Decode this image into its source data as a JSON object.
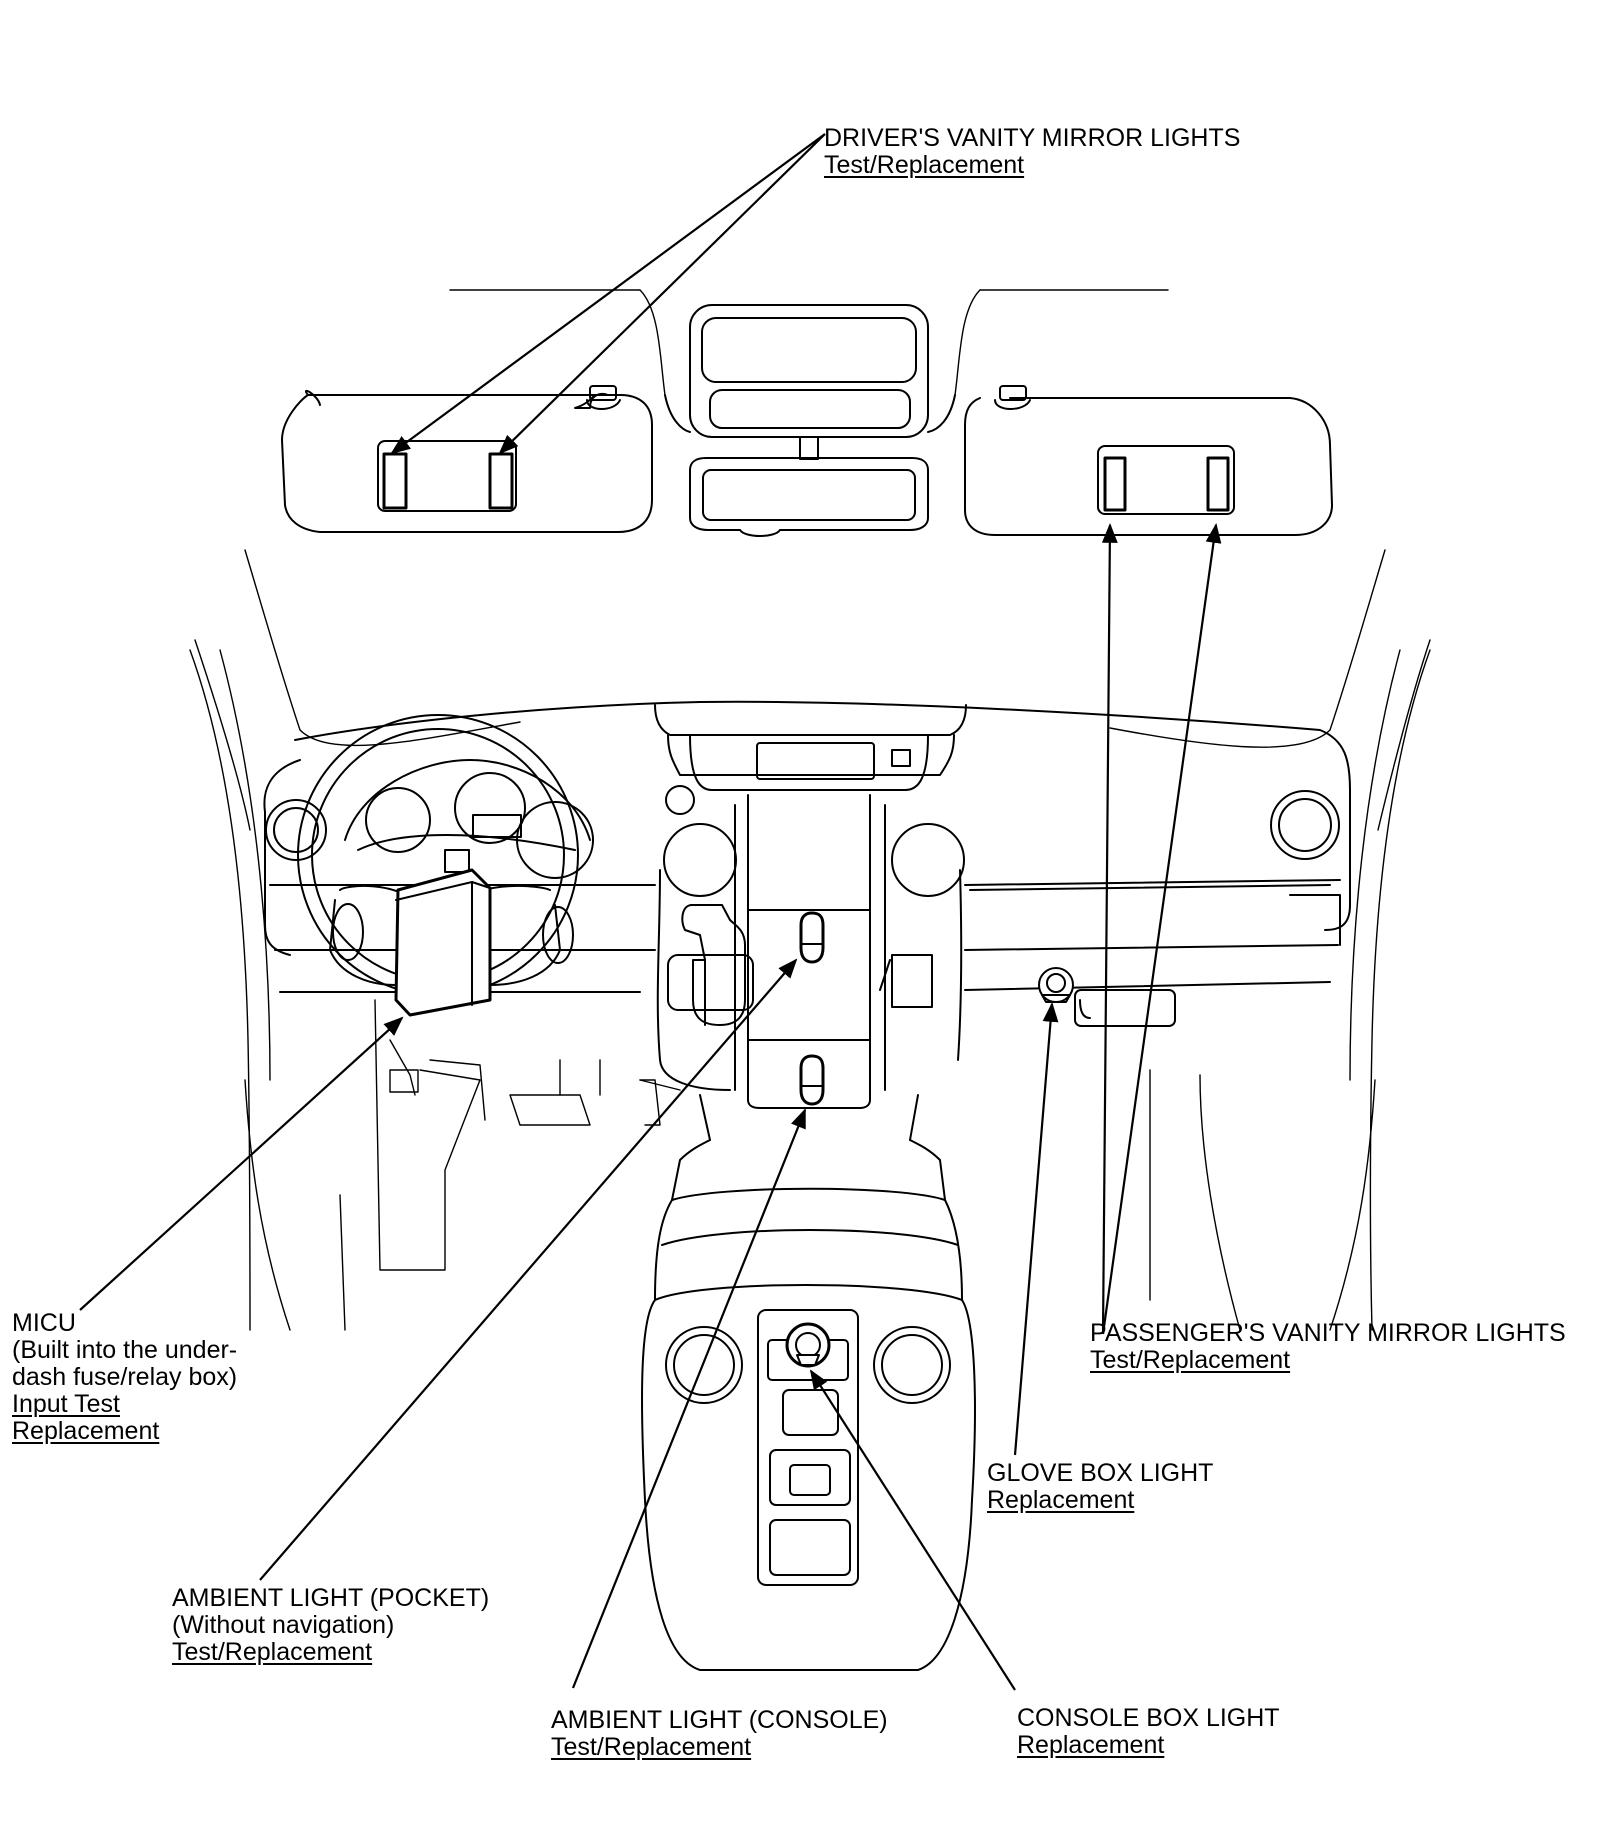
{
  "callouts": {
    "drivers_mirror": {
      "title": "DRIVER'S VANITY MIRROR LIGHTS",
      "link1": "Test/Replacement"
    },
    "passengers_mirror": {
      "title": "PASSENGER'S VANITY MIRROR LIGHTS",
      "link1": "Test/Replacement"
    },
    "micu": {
      "title": "MICU",
      "line2": "(Built into the under-",
      "line3": "dash fuse/relay box)",
      "link1": "Input Test",
      "link2": "Replacement"
    },
    "glove_box": {
      "title": "GLOVE BOX LIGHT",
      "link1": "Replacement"
    },
    "ambient_pocket": {
      "title": "AMBIENT LIGHT (POCKET)",
      "line2": "(Without navigation)",
      "link1": "Test/Replacement"
    },
    "ambient_console": {
      "title": "AMBIENT LIGHT (CONSOLE)",
      "link1": "Test/Replacement"
    },
    "console_box": {
      "title": "CONSOLE BOX LIGHT",
      "link1": "Replacement"
    }
  }
}
